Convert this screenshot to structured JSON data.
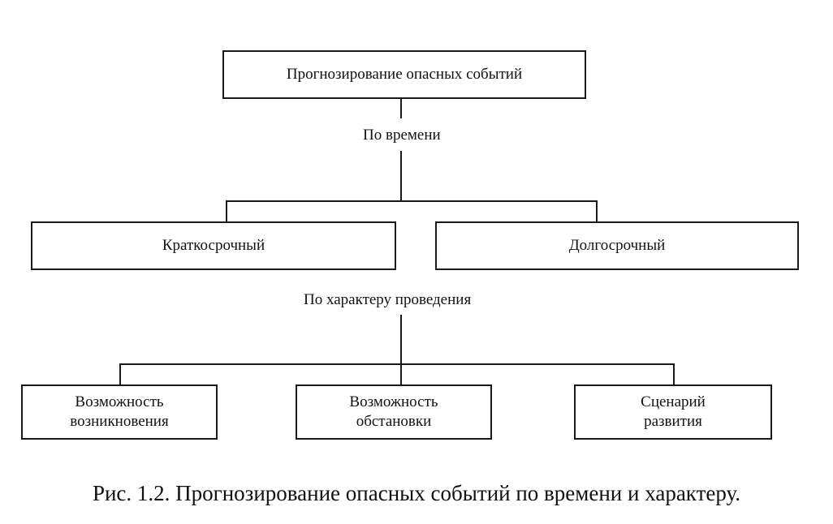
{
  "diagram": {
    "root": "Прогнозирование опасных событий",
    "level1_label": "По времени",
    "level1": [
      "Краткосрочный",
      "Долгосрочный"
    ],
    "level2_label": "По характеру проведения",
    "level2": [
      [
        "Возможность",
        "возникновения"
      ],
      [
        "Возможность",
        "обстановки"
      ],
      [
        "Сценарий",
        "развития"
      ]
    ]
  },
  "caption": "Рис. 1.2. Прогнозирование опасных событий по времени и характеру."
}
